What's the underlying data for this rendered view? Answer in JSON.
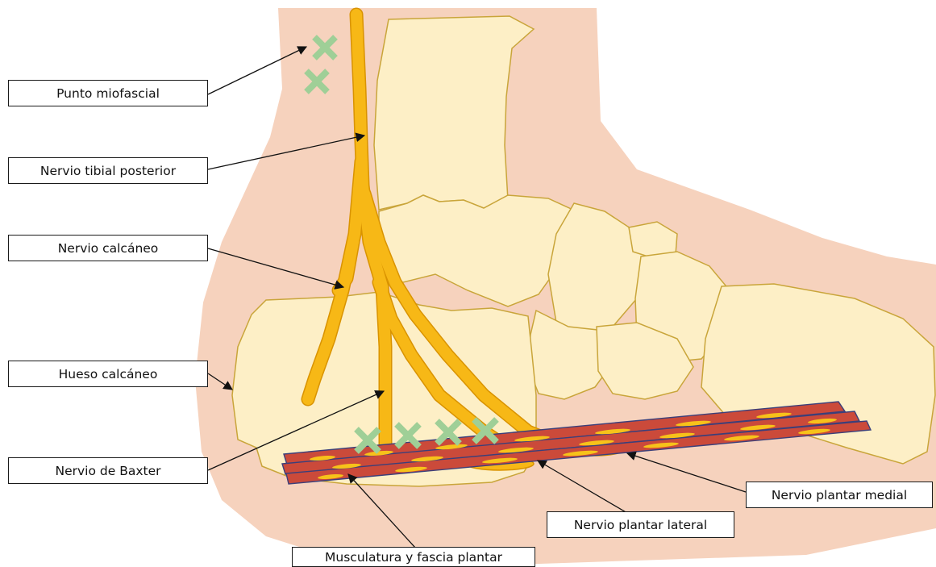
{
  "labels": {
    "punto_miofascial": "Punto miofascial",
    "nervio_tibial_posterior": "Nervio tibial posterior",
    "nervio_calcaneo": "Nervio calcáneo",
    "hueso_calcaneo": "Hueso calcáneo",
    "nervio_de_baxter": "Nervio de Baxter",
    "musculatura_fascia_plantar": "Musculatura y fascia plantar",
    "nervio_plantar_lateral": "Nervio plantar lateral",
    "nervio_plantar_medial": "Nervio plantar medial"
  },
  "colors": {
    "skin": "#f6d2bd",
    "bone_fill": "#fdefc6",
    "bone_outline": "#c9a53a",
    "nerve": "#f7b816",
    "nerve_outline": "#d99300",
    "muscle": "#cb4a3a",
    "muscle_outline": "#3b3f7a",
    "marker": "#9fcf97"
  },
  "icons": {
    "myofascial_marker": "green-x-marker"
  }
}
